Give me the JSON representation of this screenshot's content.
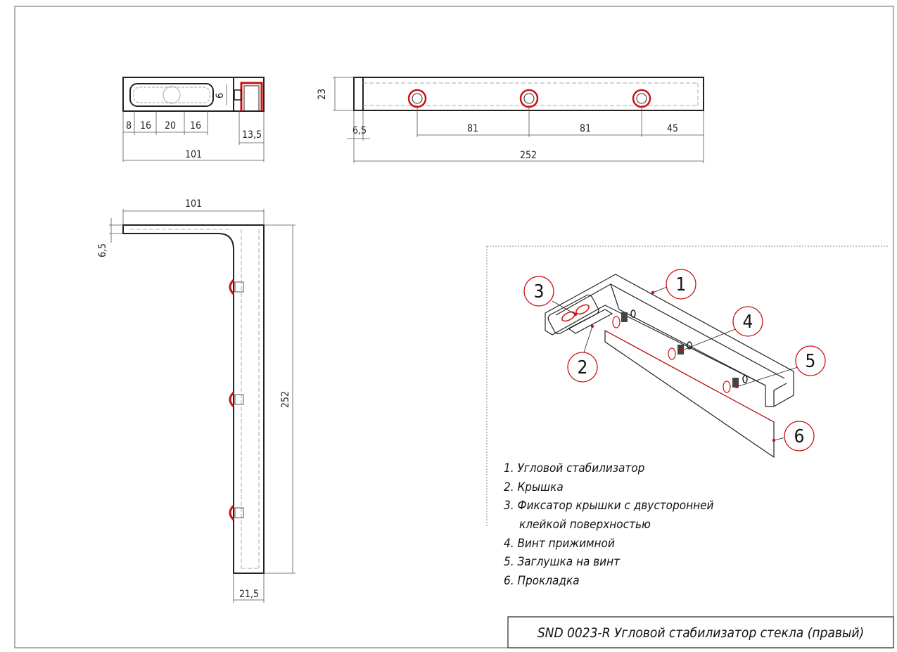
{
  "dimensions": {
    "top_left": [
      "8",
      "16",
      "20",
      "16",
      "6",
      "13,5",
      "101"
    ],
    "top_right": [
      "23",
      "6,5",
      "81",
      "81",
      "45",
      "252"
    ],
    "side": [
      "101",
      "6,5",
      "252",
      "21,5"
    ]
  },
  "callouts": [
    "1",
    "2",
    "3",
    "4",
    "5",
    "6"
  ],
  "legend": [
    "1. Угловой стабилизатор",
    "2. Крышка",
    "3. Фиксатор крышки с двусторонней",
    "клейкой поверхностью",
    "4. Винт прижимной",
    "5. Заглушка на винт",
    "6. Прокладка"
  ],
  "title_block": "SND 0023-R Угловой стабилизатор стекла (правый)",
  "colors": {
    "line": "#222222",
    "accent": "#cc1111",
    "hidden": "#aaaaaa"
  }
}
